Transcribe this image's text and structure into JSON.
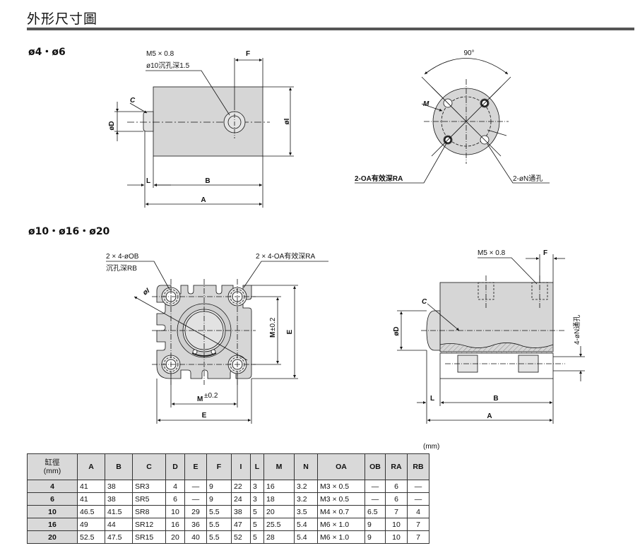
{
  "header": {
    "title": "外形尺寸圖"
  },
  "sections": [
    {
      "label": "ø4・ø6"
    },
    {
      "label": "ø10・ø16・ø20"
    }
  ],
  "drawing1": {
    "callout_mount": "M5 × 0.8",
    "callout_counterbore": "ø10沉孔深1.5",
    "dim_F": "F",
    "dim_C": "C",
    "dim_D": "øD",
    "dim_I": "øI",
    "dim_L": "L",
    "dim_B": "B",
    "dim_A": "A",
    "angle": "90°",
    "dim_M": "M",
    "callout_OA": "2-OA有效深RA",
    "callout_N": "2-øN通孔"
  },
  "drawing2": {
    "callout_OB_line1": "2 × 4-øOB",
    "callout_OB_line2": "沉孔深RB",
    "callout_OA": "2 × 4-OA有效深RA",
    "dim_I": "øI",
    "dim_M_vertical": "M",
    "tol": "±0.2",
    "dim_E_vertical": "E",
    "dim_M_horizontal": "M",
    "dim_E_horizontal": "E",
    "callout_mount": "M5 × 0.8",
    "dim_F": "F",
    "dim_C": "C",
    "dim_D": "øD",
    "callout_N": "4-øN通孔",
    "dim_L": "L",
    "dim_B": "B",
    "dim_A": "A"
  },
  "table": {
    "unit_note": "(mm)",
    "bore_header": [
      "缸徑",
      "(mm)"
    ],
    "headers": [
      "A",
      "B",
      "C",
      "D",
      "E",
      "F",
      "I",
      "L",
      "M",
      "N",
      "OA",
      "OB",
      "RA",
      "RB"
    ],
    "rows": [
      [
        "4",
        "41",
        "38",
        "SR3",
        "4",
        "—",
        "9",
        "22",
        "3",
        "16",
        "3.2",
        "M3 × 0.5",
        "—",
        "6",
        "—"
      ],
      [
        "6",
        "41",
        "38",
        "SR5",
        "6",
        "—",
        "9",
        "24",
        "3",
        "18",
        "3.2",
        "M3 × 0.5",
        "—",
        "6",
        "—"
      ],
      [
        "10",
        "46.5",
        "41.5",
        "SR8",
        "10",
        "29",
        "5.5",
        "38",
        "5",
        "20",
        "3.5",
        "M4 × 0.7",
        "6.5",
        "7",
        "4"
      ],
      [
        "16",
        "49",
        "44",
        "SR12",
        "16",
        "36",
        "5.5",
        "47",
        "5",
        "25.5",
        "5.4",
        "M6 × 1.0",
        "9",
        "10",
        "7"
      ],
      [
        "20",
        "52.5",
        "47.5",
        "SR15",
        "20",
        "40",
        "5.5",
        "52",
        "5",
        "28",
        "5.4",
        "M6 × 1.0",
        "9",
        "10",
        "7"
      ]
    ]
  },
  "colors": {
    "body_fill": "#d6d6d6",
    "header_fill": "#d9d9d9",
    "rule": "#555555"
  }
}
